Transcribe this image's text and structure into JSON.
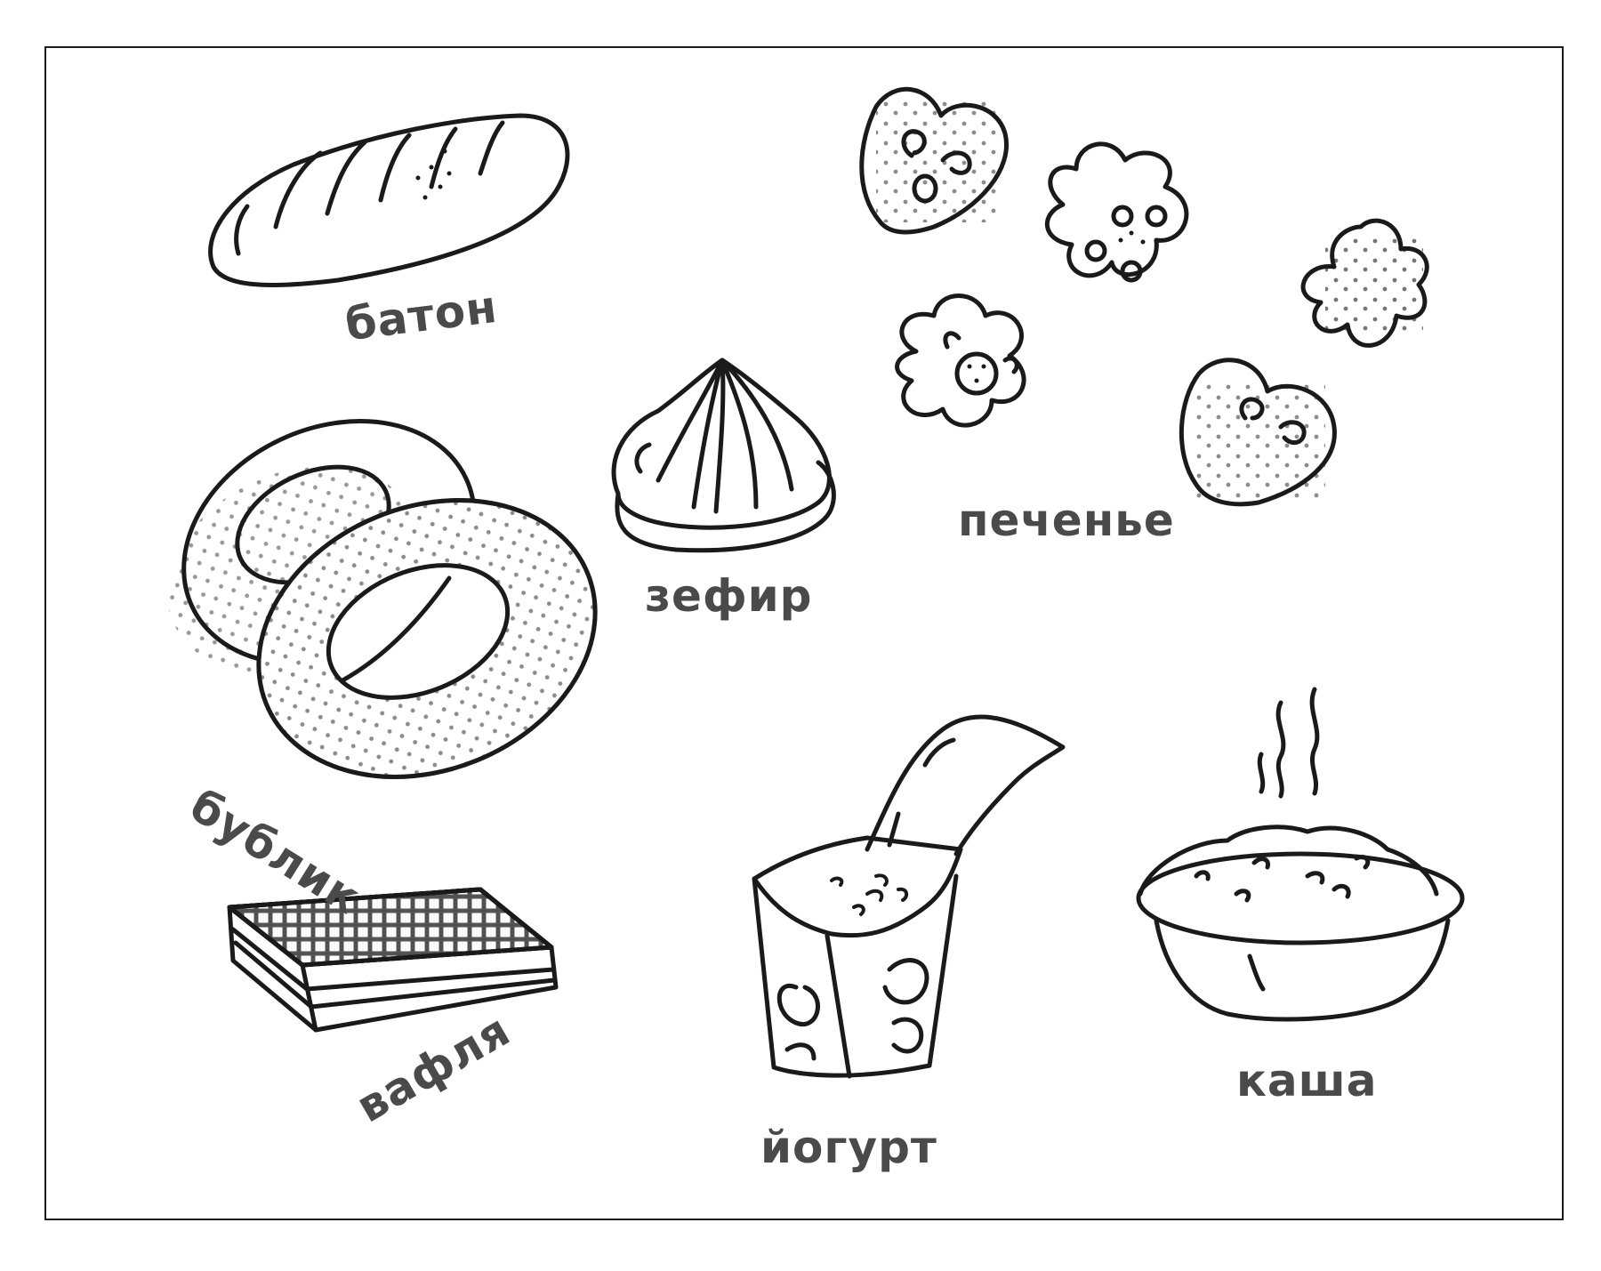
{
  "colors": {
    "ink": "#1a1a1a",
    "label": "#4a4a4a",
    "paper": "#ffffff"
  },
  "items": {
    "baton": {
      "label": "батон",
      "icon": "loaf-icon"
    },
    "pechenye": {
      "label": "печенье",
      "icon": "cookies-icon"
    },
    "zefir": {
      "label": "зефир",
      "icon": "marshmallow-icon"
    },
    "bublik": {
      "label": "бублик",
      "icon": "bagels-icon"
    },
    "vaflya": {
      "label": "вафля",
      "icon": "wafer-icon"
    },
    "yogurt": {
      "label": "йогурт",
      "icon": "yogurt-cup-icon"
    },
    "kasha": {
      "label": "каша",
      "icon": "porridge-bowl-icon"
    }
  }
}
